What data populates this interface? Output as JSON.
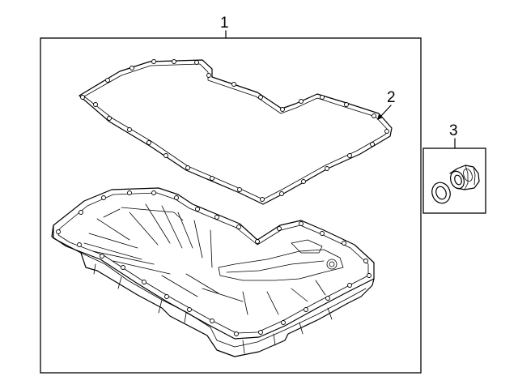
{
  "callouts": {
    "part_1": "1",
    "part_2": "2",
    "part_3": "3"
  },
  "parts": [
    {
      "number": "1",
      "icon": "transmission-oil-pan"
    },
    {
      "number": "2",
      "icon": "pan-gasket"
    },
    {
      "number": "3",
      "icon": "drain-plug-with-washer"
    }
  ],
  "colors": {
    "line": "#000000",
    "background": "#ffffff"
  }
}
